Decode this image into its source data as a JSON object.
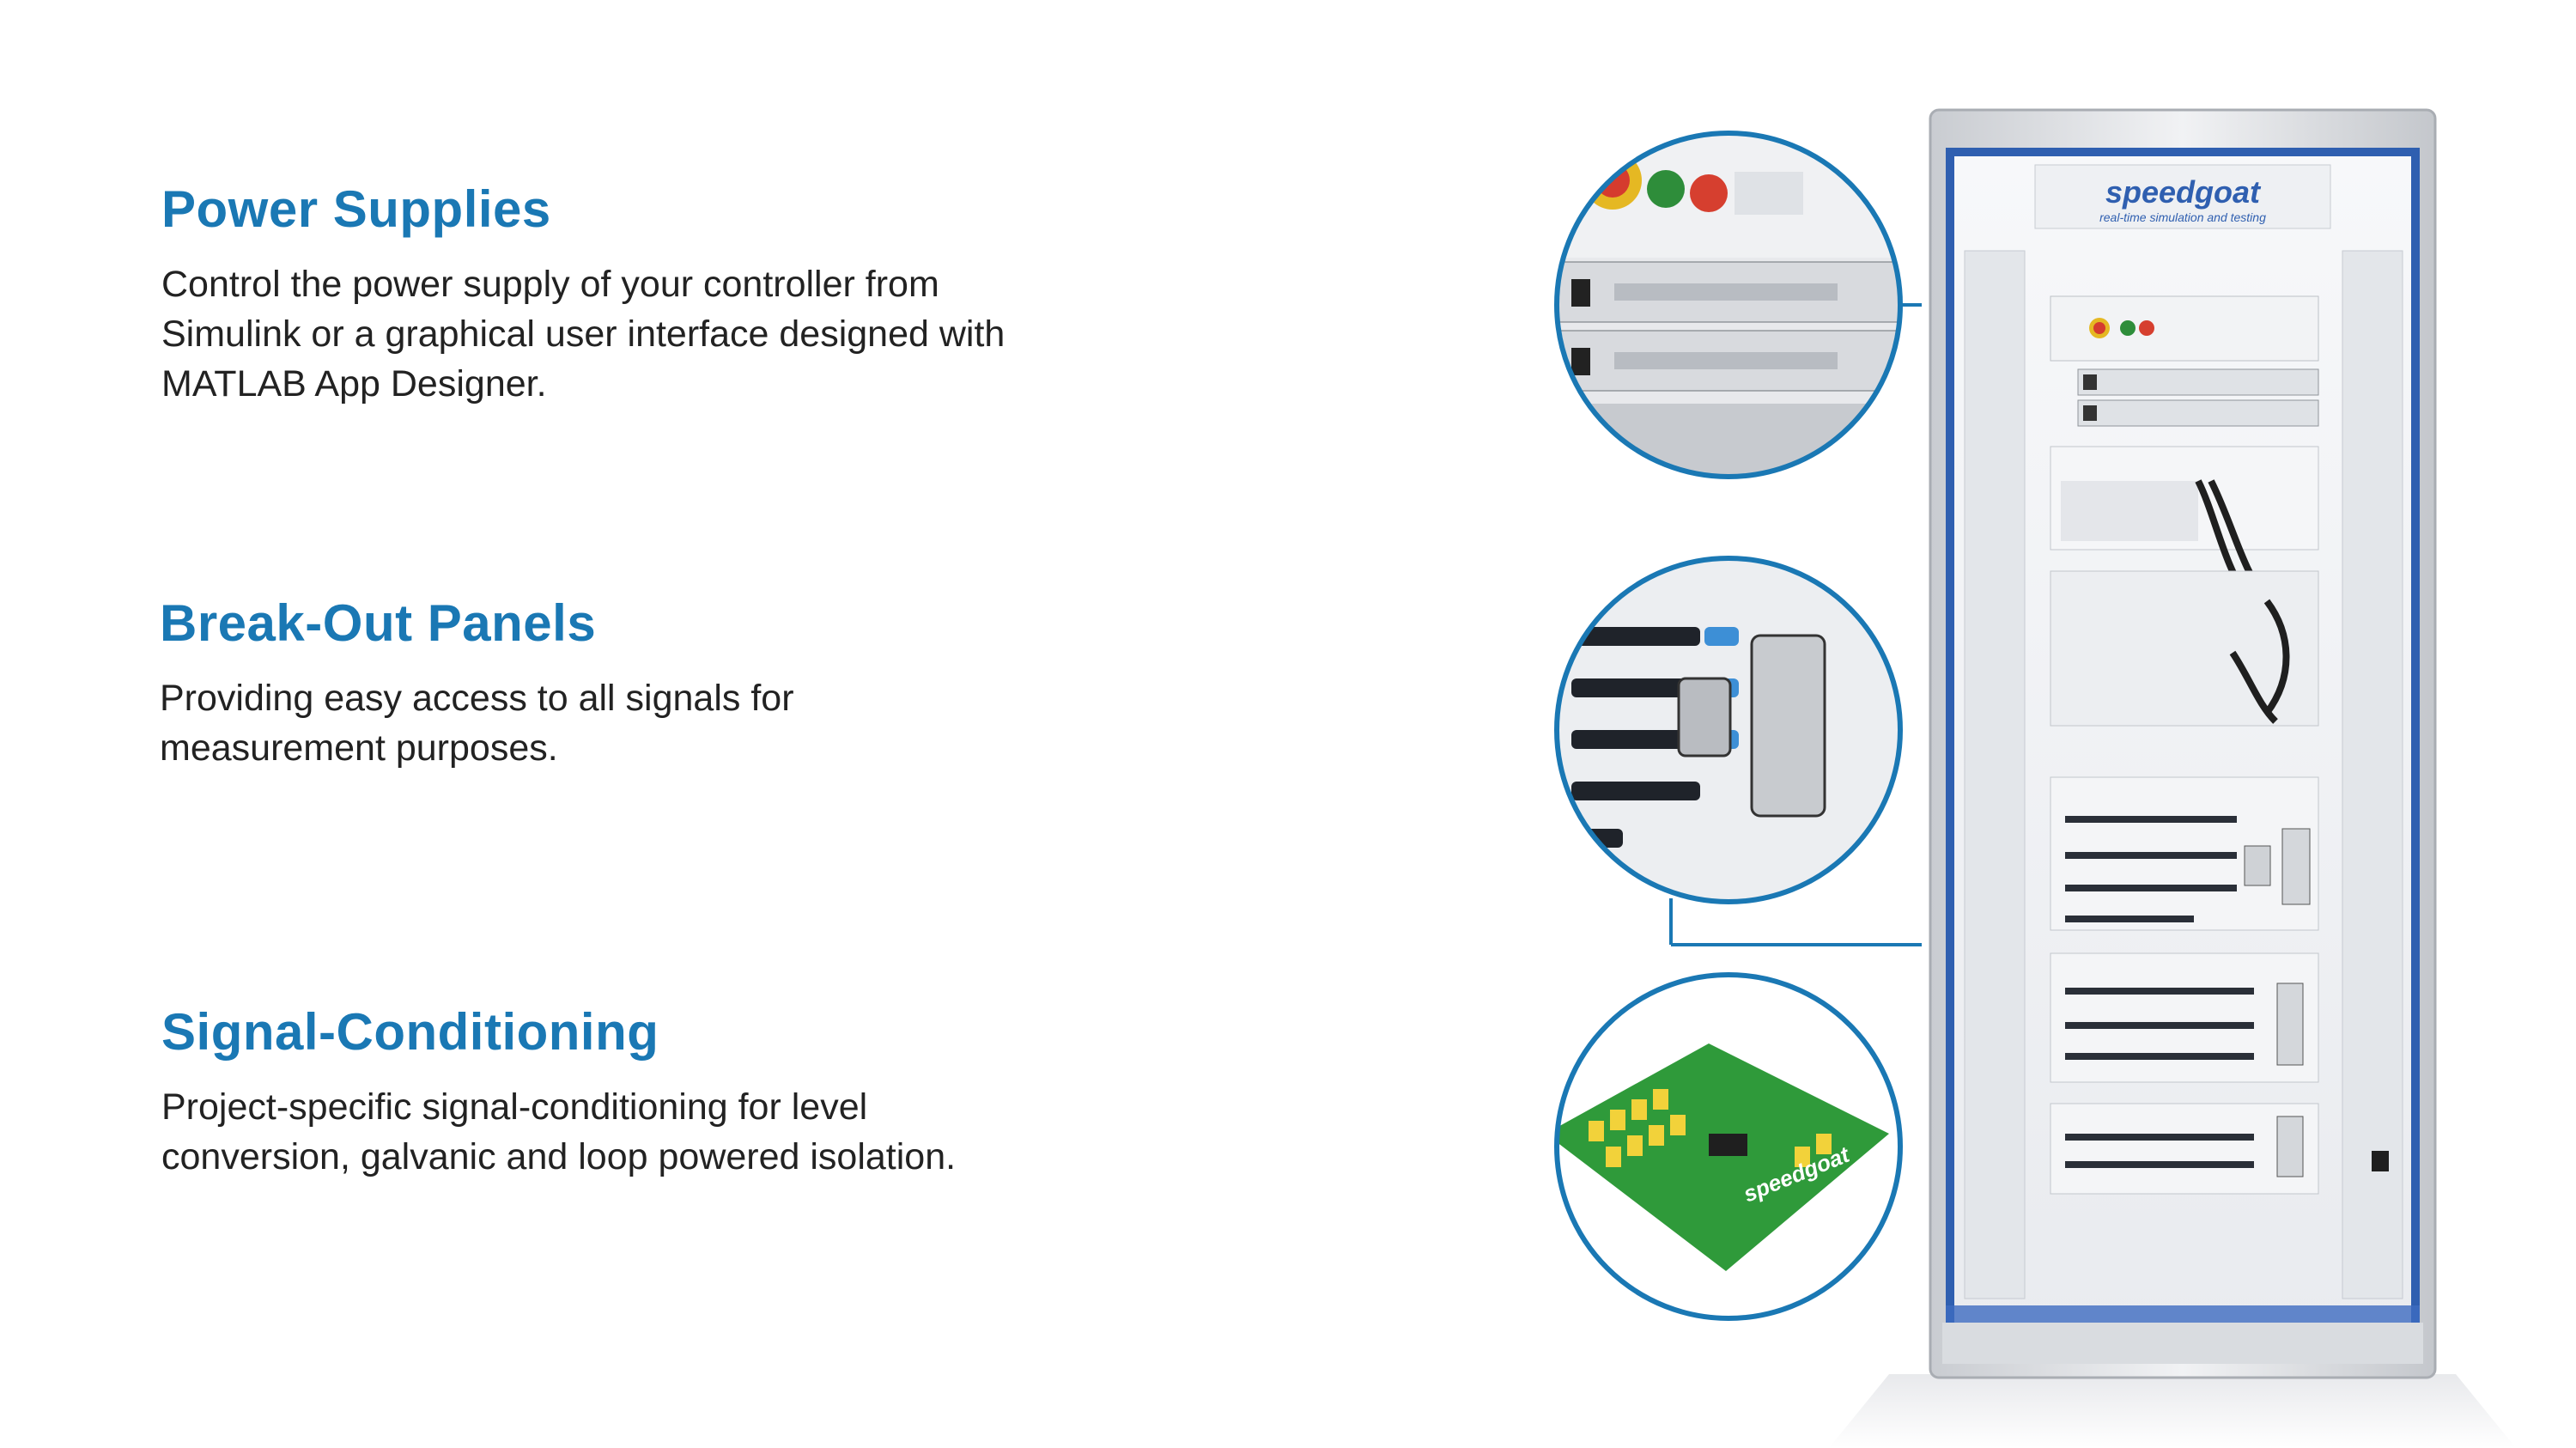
{
  "features": [
    {
      "title": "Power Supplies",
      "description_lines": [
        "Control the power supply of your controller from",
        "Simulink or a graphical user interface designed with",
        "MATLAB App Designer."
      ]
    },
    {
      "title": "Break-Out Panels",
      "description_lines": [
        "Providing easy access to all signals for",
        "measurement purposes."
      ]
    },
    {
      "title": "Signal-Conditioning",
      "description_lines": [
        "Project-specific signal-conditioning for level",
        "conversion, galvanic and loop powered isolation."
      ]
    }
  ],
  "rack": {
    "brand": "speedgoat",
    "tagline": "real-time simulation and testing"
  },
  "pcb": {
    "brand": "speedgoat"
  },
  "colors": {
    "accent": "#1a78b4",
    "text": "#222222",
    "rack_blue": "#2f5fb0",
    "pcb_green": "#2f9a3a"
  }
}
